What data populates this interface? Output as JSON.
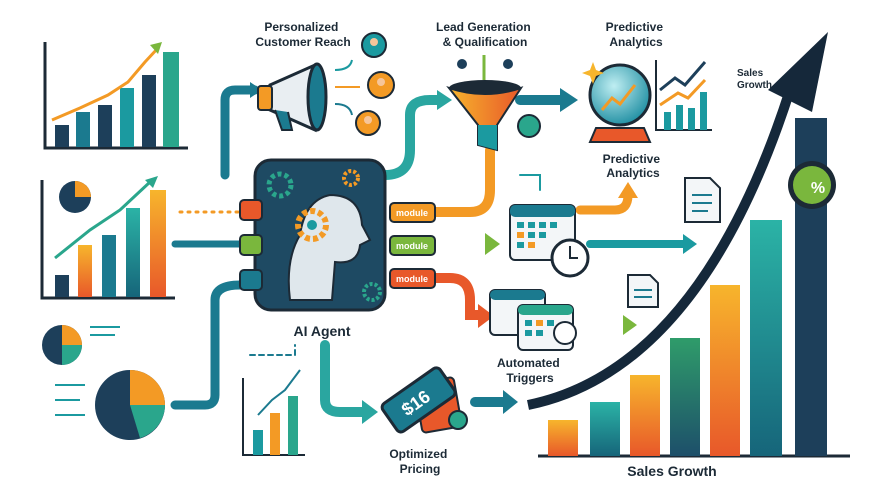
{
  "labels": {
    "personalized_reach": [
      "Personalized",
      "Customer Reach"
    ],
    "lead_generation": [
      "Lead Generation",
      "& Qualification"
    ],
    "predictive_top": [
      "Predictive",
      "Analytics"
    ],
    "sales_growth_small": [
      "Sales",
      "Growth"
    ],
    "predictive_mid": [
      "Predictive",
      "Analytics"
    ],
    "ai_agent": "AI Agent",
    "automated_triggers": [
      "Automated",
      "Triggers"
    ],
    "optimized_pricing": [
      "Optimized",
      "Pricing"
    ],
    "sales_growth_main": "Sales Growth"
  },
  "modules": [
    "module",
    "module",
    "module"
  ],
  "price_tag": "$16",
  "percent_badge": "%",
  "colors": {
    "navy": "#1d3f5a",
    "teal": "#1b9aa0",
    "orange": "#f39a25",
    "red_orange": "#e8582a",
    "green": "#7ab73d",
    "dark": "#1c2a36"
  }
}
